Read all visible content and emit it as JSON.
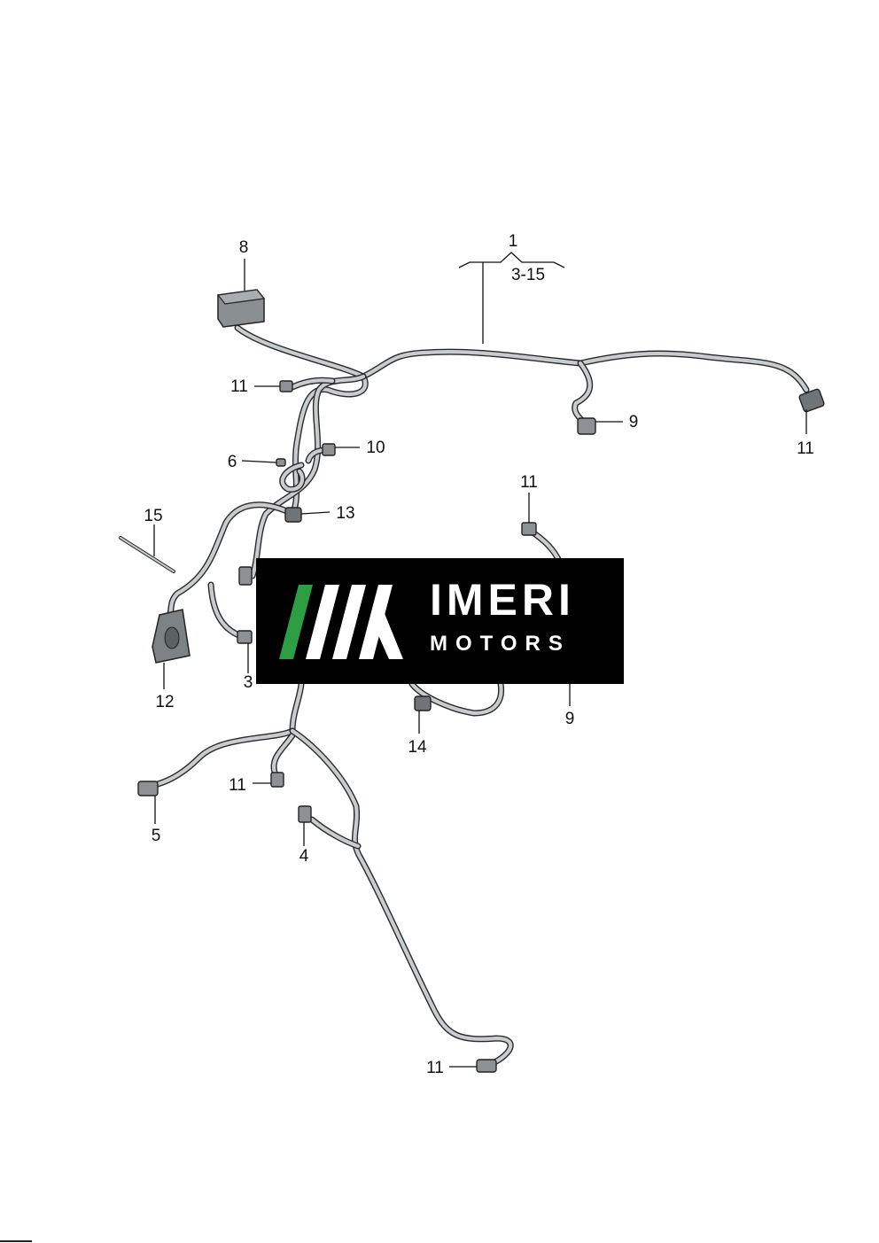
{
  "diagram": {
    "assembly": {
      "number": "1",
      "range": "3-15"
    },
    "callouts": {
      "c8": "8",
      "c11_a": "11",
      "c6": "6",
      "c10": "10",
      "c13": "13",
      "c15": "15",
      "c12": "12",
      "c3": "3",
      "c9_top": "9",
      "c11_right": "11",
      "c11_mid": "11",
      "c9_low": "9",
      "c14": "14",
      "c11_low": "11",
      "c5": "5",
      "c4": "4",
      "c11_bottom": "11"
    }
  },
  "watermark": {
    "title": "IMERI",
    "subtitle": "MOTORS",
    "colors": {
      "background": "#000000",
      "accent": "#2e9e45",
      "text": "#ffffff"
    }
  }
}
